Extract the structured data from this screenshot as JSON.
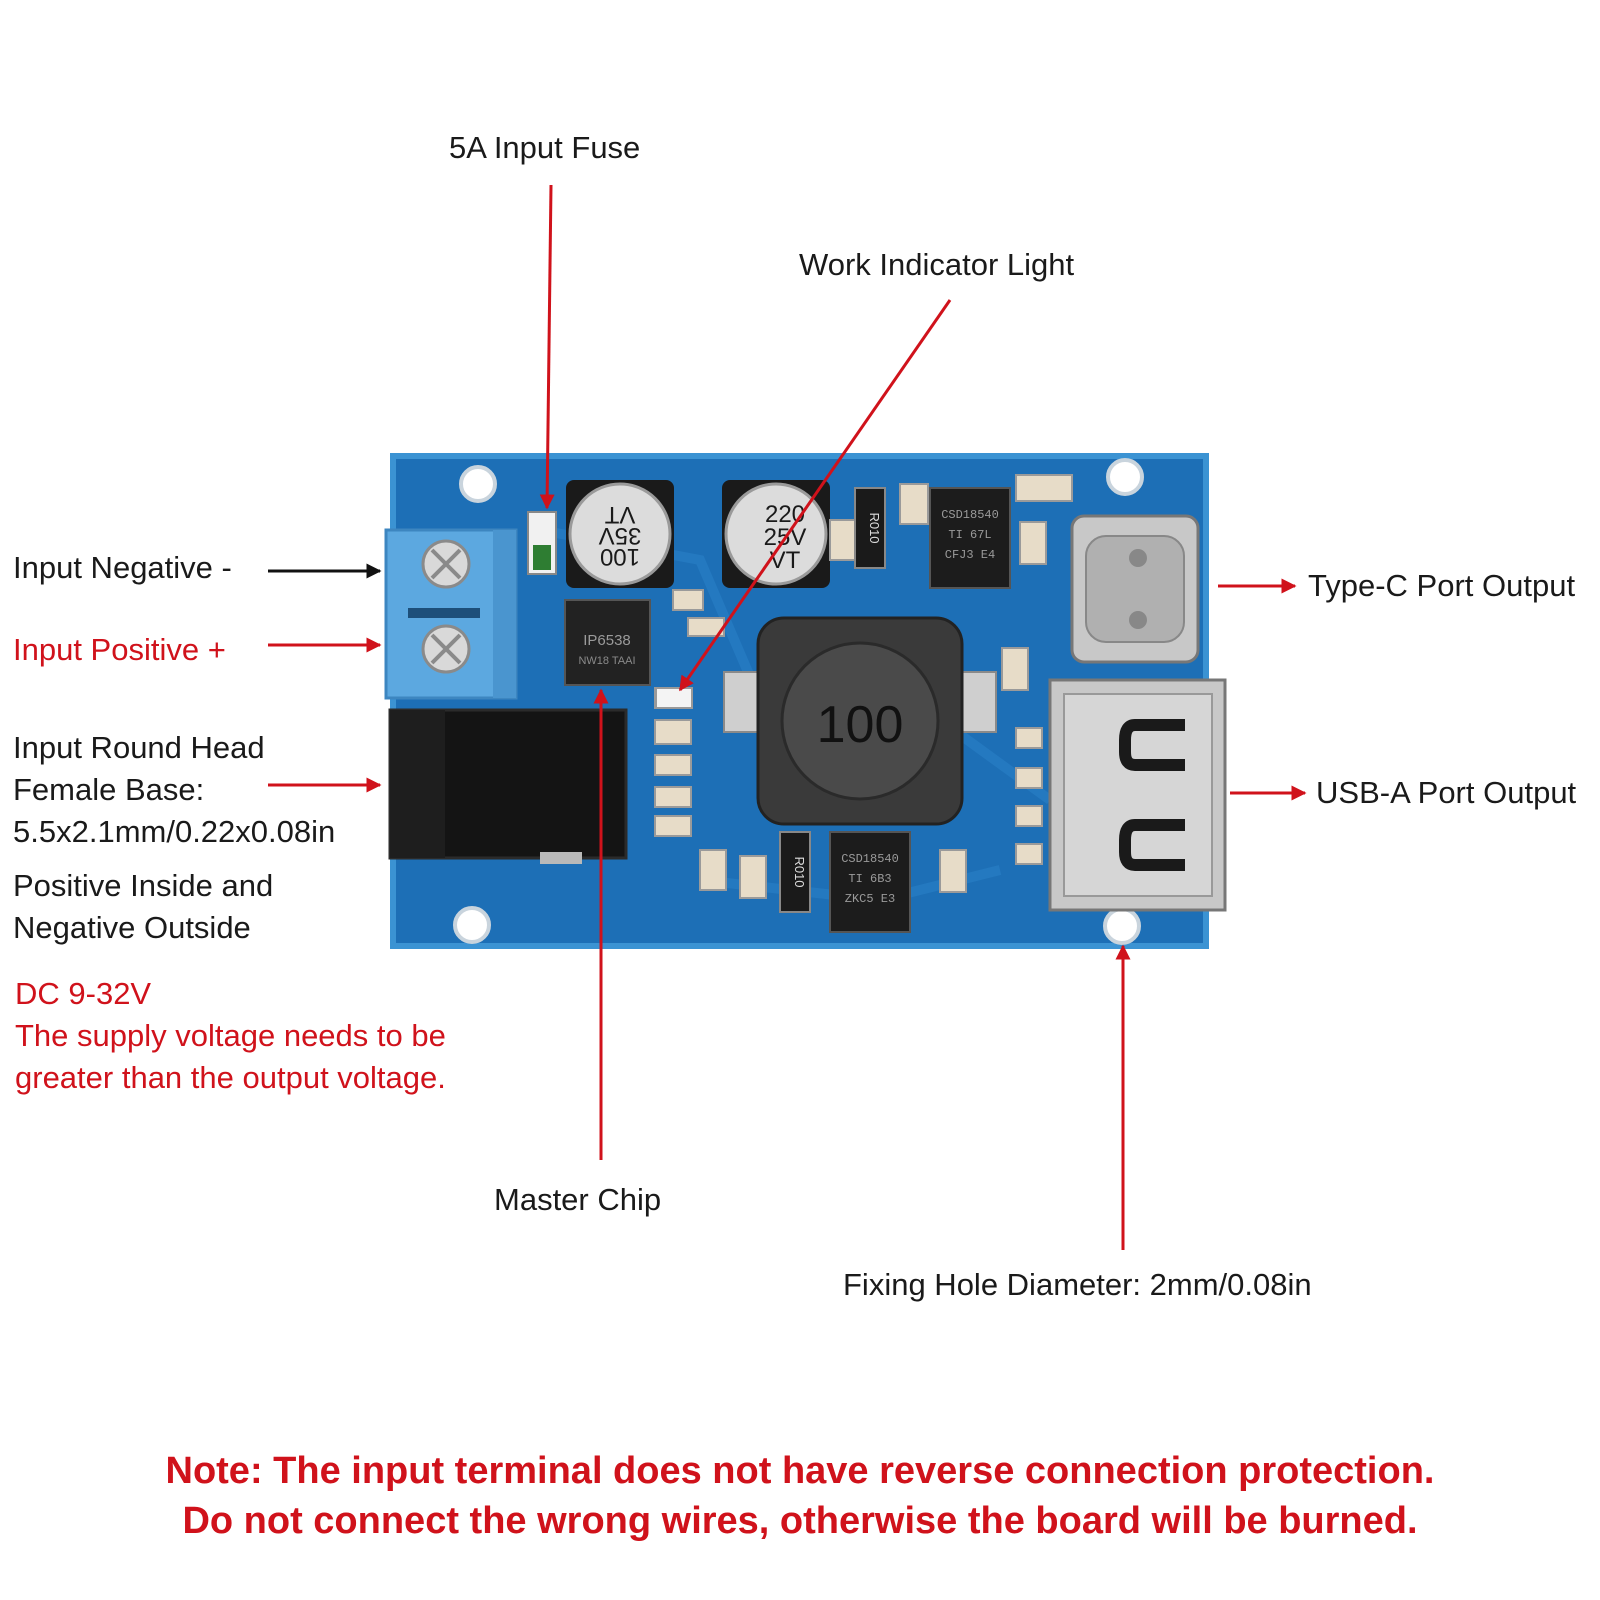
{
  "colors": {
    "accent_red": "#d0121b",
    "text_dark": "#1a1a1a",
    "pcb_blue": "#1d6fb6",
    "pcb_edge": "#3b93d3",
    "terminal_blue": "#5ca8e0",
    "inductor": "#3a3a3a",
    "connector_metal": "#c8c8c8"
  },
  "labels": {
    "fuse": "5A Input Fuse",
    "work_light": "Work Indicator Light",
    "input_negative": "Input Negative -",
    "input_positive": "Input Positive +",
    "round_head_1": "Input Round Head",
    "round_head_2": "Female Base:",
    "round_head_3": "5.5x2.1mm/0.22x0.08in",
    "polarity_1": "Positive Inside and",
    "polarity_2": "Negative Outside",
    "dc_range": "DC 9-32V",
    "supply_1": "The supply voltage needs to be",
    "supply_2": "greater than the output voltage.",
    "type_c": "Type-C Port Output",
    "usb_a": "USB-A Port Output",
    "master_chip": "Master Chip",
    "fixing_hole": "Fixing Hole Diameter: 2mm/0.08in"
  },
  "note": {
    "line1": "Note: The input terminal does not have reverse connection protection.",
    "line2": "Do not connect the wrong wires, otherwise the board will be burned."
  },
  "board_markings": {
    "cap1_line1": "VT",
    "cap1_line2": "35V",
    "cap1_line3": "100",
    "cap2_line1": "220",
    "cap2_line2": "25V",
    "cap2_line3": "VT",
    "inductor": "100",
    "chip_main_1": "IP6538",
    "chip_main_2": "NW18 TAAI",
    "mosfet1_1": "CSD18540",
    "mosfet1_2": "TI 67L",
    "mosfet1_3": "CFJ3 E4",
    "mosfet2_1": "CSD18540",
    "mosfet2_2": "TI 6B3",
    "mosfet2_3": "ZKC5 E3",
    "res_top": "R010",
    "res_bottom": "R010"
  }
}
